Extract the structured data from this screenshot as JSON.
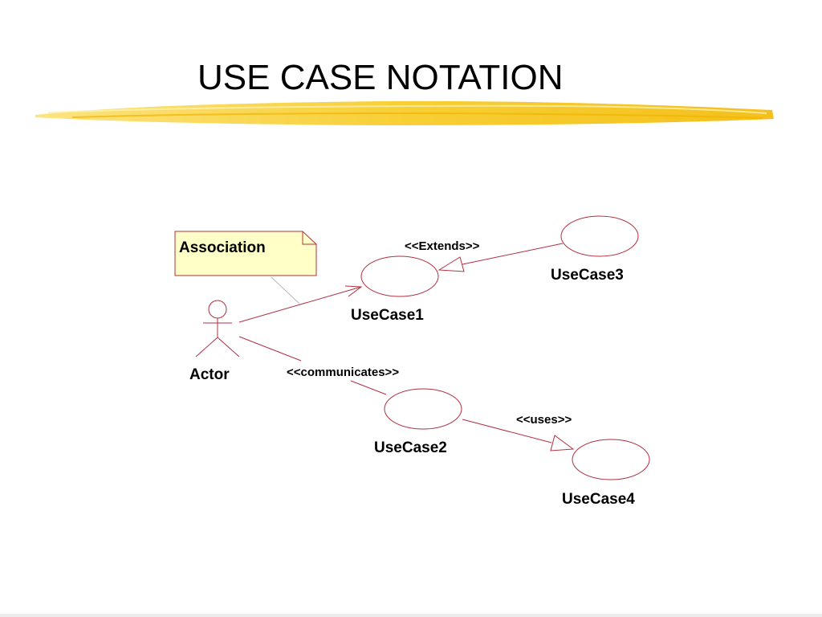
{
  "slide": {
    "title": "USE CASE NOTATION"
  },
  "diagram": {
    "actor": {
      "label": "Actor"
    },
    "note": {
      "text": "Association"
    },
    "use_cases": [
      {
        "id": "uc1",
        "label": "UseCase1"
      },
      {
        "id": "uc2",
        "label": "UseCase2"
      },
      {
        "id": "uc3",
        "label": "UseCase3"
      },
      {
        "id": "uc4",
        "label": "UseCase4"
      }
    ],
    "stereotypes": {
      "extends": "<<Extends>>",
      "communicates": "<<communicates>>",
      "uses": "<<uses>>"
    }
  },
  "colors": {
    "line": "#b03040",
    "note_fill": "#ffffc8",
    "underline": "#f5c518",
    "note_connector": "#b8b8b8"
  }
}
